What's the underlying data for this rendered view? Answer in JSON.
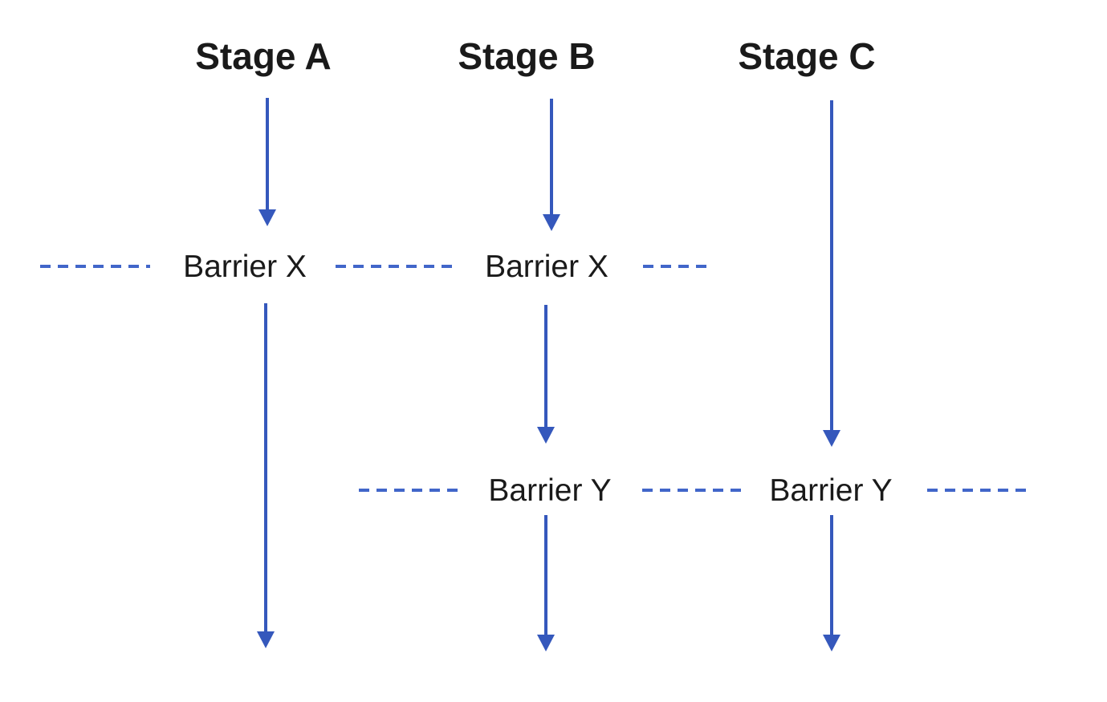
{
  "diagram": {
    "stage_labels": [
      "Stage A",
      "Stage B",
      "Stage C"
    ],
    "barrier_x_label": "Barrier X",
    "barrier_y_label": "Barrier Y"
  },
  "colors": {
    "arrow": "#3558bc",
    "dashed_line": "#4166c9",
    "label_text": "#1a1a1a",
    "background": "#ffffff"
  }
}
